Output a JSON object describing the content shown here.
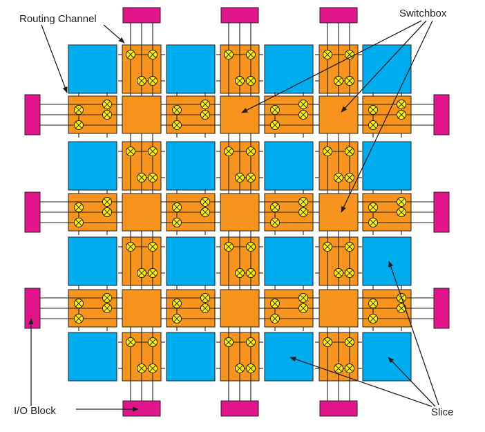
{
  "labels": {
    "routing_channel": "Routing Channel",
    "switchbox": "Switchbox",
    "io_block": "I/O Block",
    "slice": "Slice"
  },
  "colors": {
    "slice": "#00aeef",
    "routing": "#f7941d",
    "switch": "#fff200",
    "io_block": "#e0158c",
    "line": "#231f20"
  },
  "grid": {
    "slice_rows": 4,
    "slice_cols": 4
  }
}
